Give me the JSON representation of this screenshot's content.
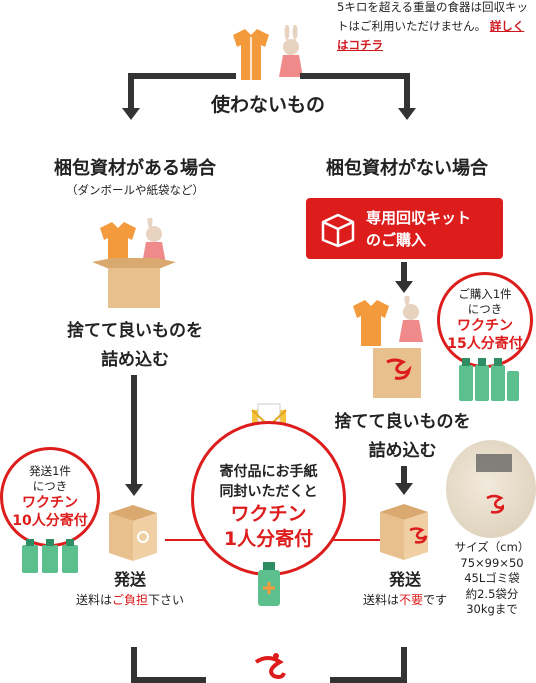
{
  "notice": {
    "text": "5キロを超える重量の食器は回収キットはご利用いただけません。",
    "link": "詳しくはコチラ"
  },
  "unused_items": "使わないもの",
  "left_column": {
    "title": "梱包資材がある場合",
    "subtitle": "（ダンボールや紙袋など）",
    "pack_text_1": "捨てて良いものを",
    "pack_text_2": "詰め込む",
    "badge": {
      "line1": "発送1件",
      "line2": "につき",
      "line3": "ワクチン",
      "line4": "10人分寄付"
    },
    "ship_title": "発送",
    "ship_note_pre": "送料は",
    "ship_note_red": "ご負担",
    "ship_note_post": "下さい"
  },
  "right_column": {
    "title": "梱包資材がない場合",
    "kit_button_line1": "専用回収キット",
    "kit_button_line2": "のご購入",
    "badge": {
      "line1": "ご購入1件",
      "line2": "につき",
      "line3": "ワクチン",
      "line4": "15人分寄付"
    },
    "pack_text_1": "捨てて良いものを",
    "pack_text_2": "詰め込む",
    "ship_title": "発送",
    "ship_note_pre": "送料は",
    "ship_note_red": "不要",
    "ship_note_post": "です",
    "size": {
      "line1": "サイズ（cm）",
      "line2": "75×99×50",
      "line3": "45Lゴミ袋",
      "line4": "約2.5袋分",
      "line5": "30kgまで"
    }
  },
  "center_badge": {
    "line1": "寄付品にお手紙",
    "line2": "同封いただくと",
    "line3": "ワクチン",
    "line4": "1人分寄付"
  },
  "colors": {
    "accent": "#dd1c1c",
    "box": "#e8c08e",
    "clothes": "#f39a3c"
  }
}
